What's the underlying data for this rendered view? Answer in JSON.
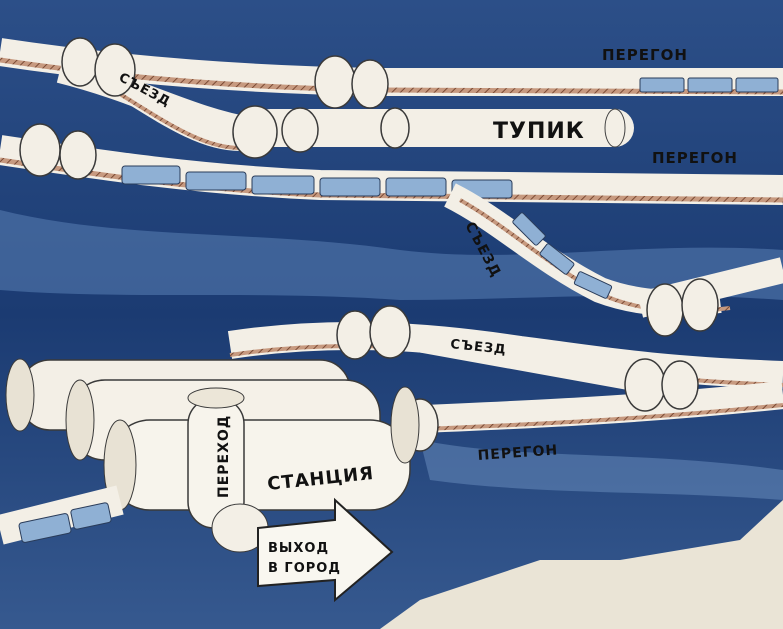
{
  "labels": {
    "peregon_top": "ПЕРЕГОН",
    "peregon_mid": "ПЕРЕГОН",
    "peregon_low": "ПЕРЕГОН",
    "sezd_upper_left": "СЪЕЗД",
    "sezd_diagonal": "СЪЕЗД",
    "sezd_lower": "СЪЕЗД",
    "tupik": "ТУПИК",
    "perehod": "ПЕРЕХОД",
    "stantsiya": "СТАНЦИЯ",
    "vyhod_line1": "ВЫХОД",
    "vyhod_line2": "В ГОРОД"
  },
  "colors": {
    "ground_dark": "#1f3f78",
    "ground_mid": "#4f74ab",
    "paper": "#ece6d8",
    "tube": "#f3efe6",
    "rail": "#b8866a",
    "train": "#8fb0d4"
  }
}
